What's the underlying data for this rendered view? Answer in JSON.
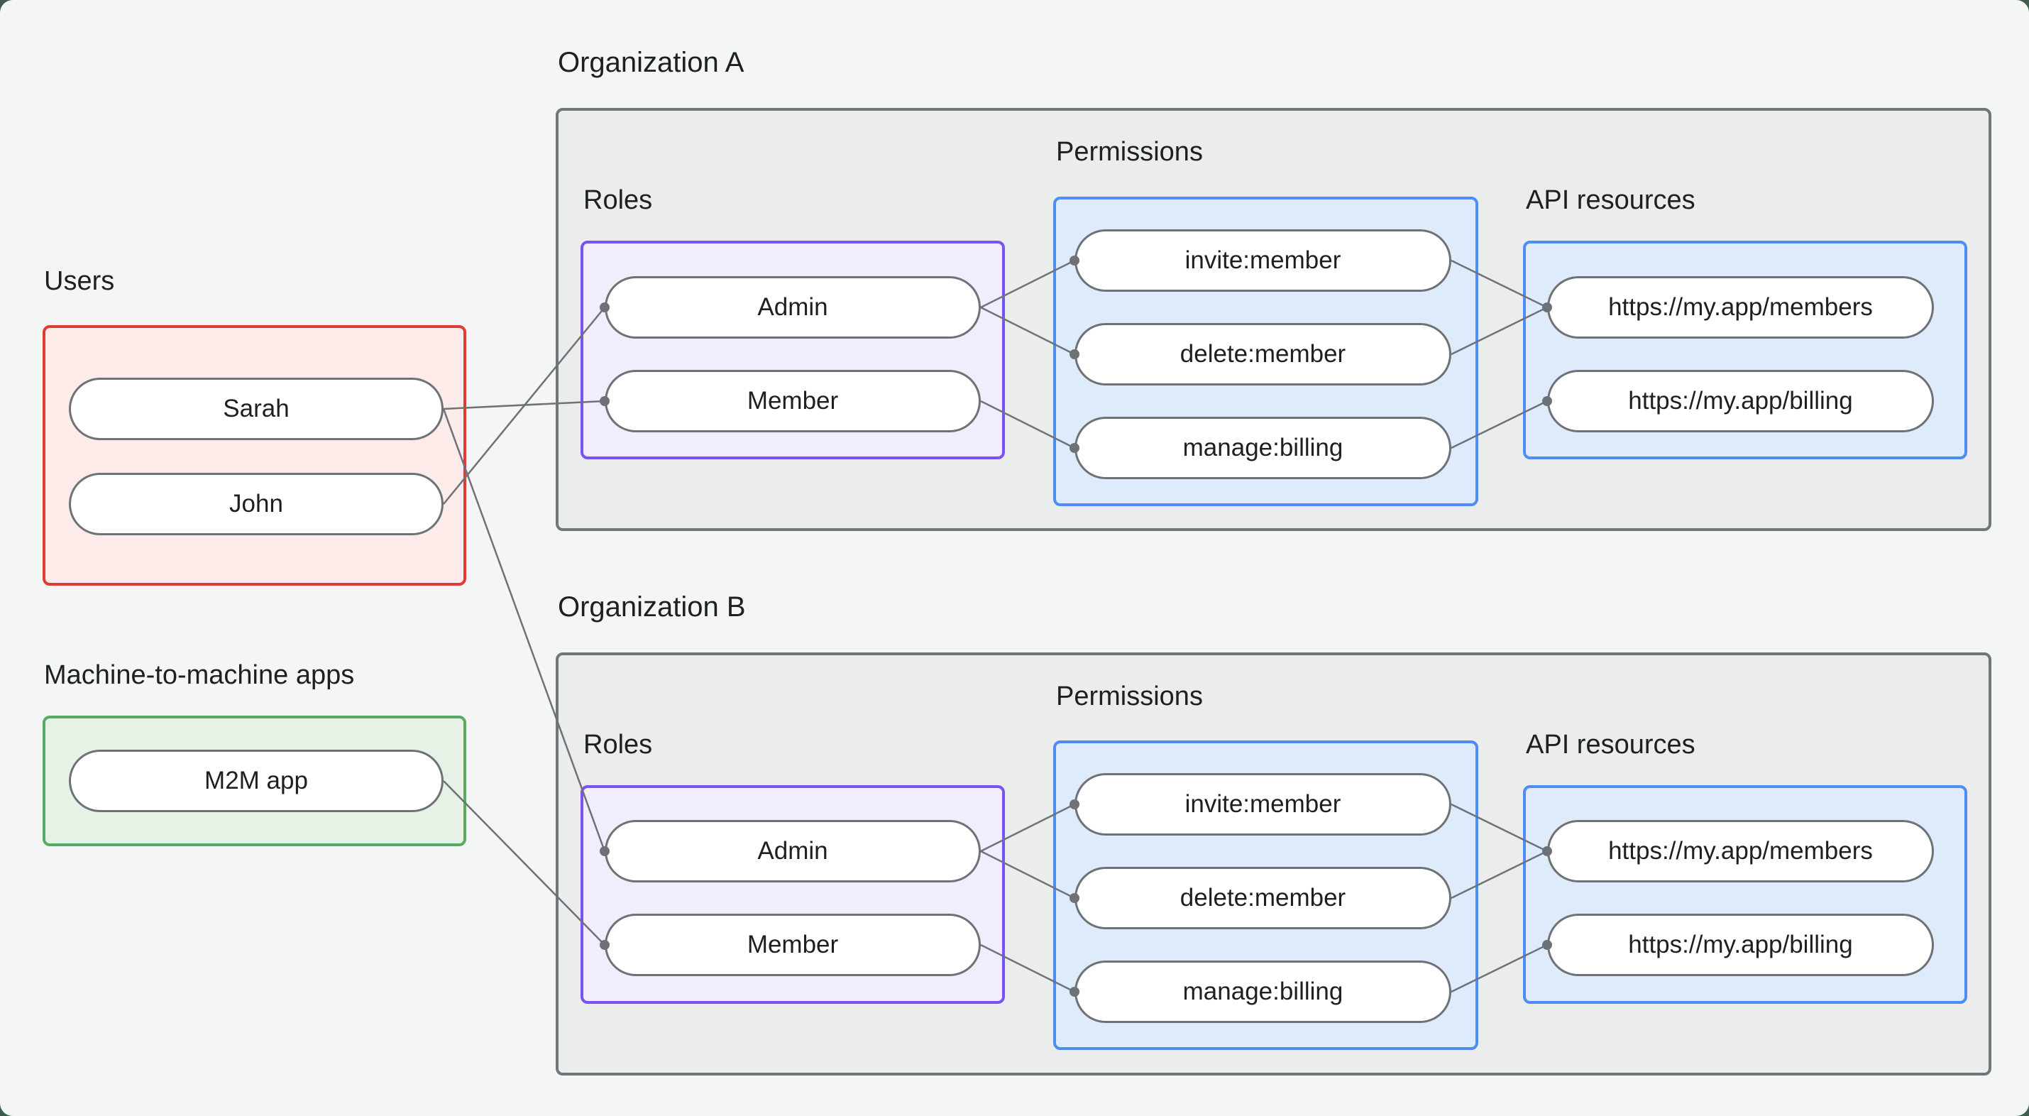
{
  "page": {
    "background": "#f4f6f5",
    "corner_backdrop": "#3f5d4c"
  },
  "colors": {
    "users_border": "#dd3d33",
    "users_fill": "#fcebe9",
    "m2m_border": "#58ab64",
    "m2m_fill": "#e7f2e7",
    "roles_border": "#7a52f4",
    "roles_fill": "#f2edfc",
    "blue_border": "#4d8df5",
    "blue_fill": "#deebfb",
    "org_border": "#71767a",
    "org_fill": "#ebedec",
    "pill_border": "#6e7276",
    "line": "#6e7276",
    "text": "#1d2023"
  },
  "users_group": {
    "label": "Users",
    "items": [
      "Sarah",
      "John"
    ]
  },
  "m2m_group": {
    "label": "Machine-to-machine apps",
    "items": [
      "M2M app"
    ]
  },
  "org_a": {
    "title": "Organization A",
    "roles": {
      "label": "Roles",
      "items": [
        "Admin",
        "Member"
      ]
    },
    "permissions": {
      "label": "Permissions",
      "items": [
        "invite:member",
        "delete:member",
        "manage:billing"
      ]
    },
    "api_resources": {
      "label": "API resources",
      "items": [
        "https://my.app/members",
        "https://my.app/billing"
      ]
    }
  },
  "org_b": {
    "title": "Organization B",
    "roles": {
      "label": "Roles",
      "items": [
        "Admin",
        "Member"
      ]
    },
    "permissions": {
      "label": "Permissions",
      "items": [
        "invite:member",
        "delete:member",
        "manage:billing"
      ]
    },
    "api_resources": {
      "label": "API resources",
      "items": [
        "https://my.app/members",
        "https://my.app/billing"
      ]
    }
  },
  "edges": [
    {
      "from": "user-sarah",
      "to": "orgA-role-member"
    },
    {
      "from": "user-john",
      "to": "orgA-role-admin"
    },
    {
      "from": "user-sarah",
      "to": "orgB-role-admin"
    },
    {
      "from": "m2m-app",
      "to": "orgB-role-member"
    },
    {
      "from": "orgA-role-admin",
      "to": "orgA-perm-invite"
    },
    {
      "from": "orgA-role-admin",
      "to": "orgA-perm-delete"
    },
    {
      "from": "orgA-role-member",
      "to": "orgA-perm-manage"
    },
    {
      "from": "orgA-perm-invite",
      "to": "orgA-api-members"
    },
    {
      "from": "orgA-perm-delete",
      "to": "orgA-api-members"
    },
    {
      "from": "orgA-perm-manage",
      "to": "orgA-api-billing"
    },
    {
      "from": "orgB-role-admin",
      "to": "orgB-perm-invite"
    },
    {
      "from": "orgB-role-admin",
      "to": "orgB-perm-delete"
    },
    {
      "from": "orgB-role-member",
      "to": "orgB-perm-manage"
    },
    {
      "from": "orgB-perm-invite",
      "to": "orgB-api-members"
    },
    {
      "from": "orgB-perm-delete",
      "to": "orgB-api-members"
    },
    {
      "from": "orgB-perm-manage",
      "to": "orgB-api-billing"
    }
  ]
}
